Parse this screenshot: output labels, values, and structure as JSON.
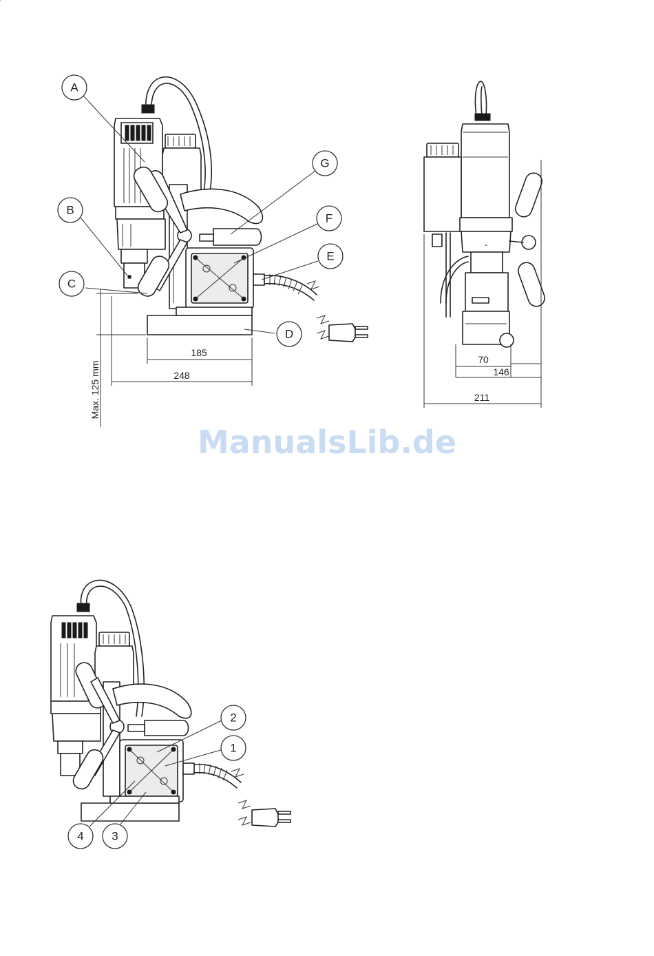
{
  "figure_top": {
    "callouts": [
      "A",
      "B",
      "C",
      "D",
      "E",
      "F",
      "G"
    ],
    "dimensions": {
      "base_length": "185",
      "overall_length": "248",
      "stroke": "Max. 125 mm"
    }
  },
  "figure_side": {
    "dimensions": {
      "spindle_offset": "70",
      "base_width": "146",
      "overall_width": "211"
    }
  },
  "figure_bottom": {
    "callouts": [
      "1",
      "2",
      "3",
      "4"
    ]
  },
  "watermark": "ManualsLib.de"
}
